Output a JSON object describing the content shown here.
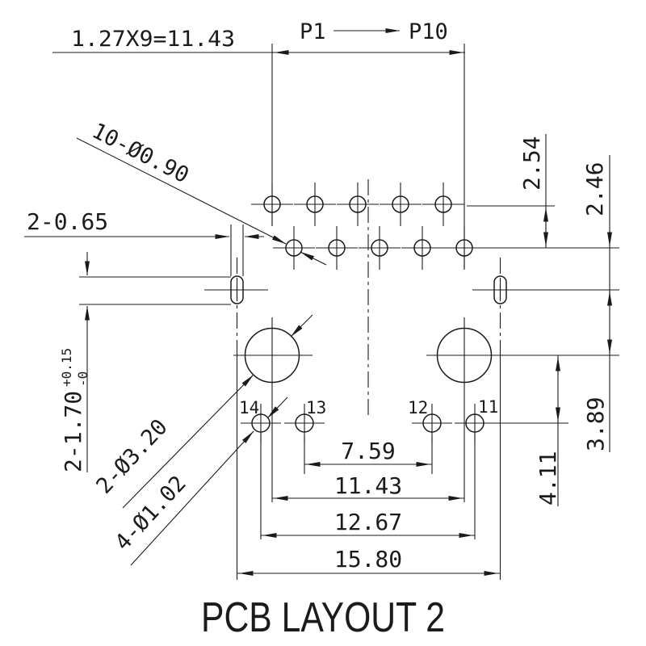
{
  "title": "PCB LAYOUT 2",
  "top": {
    "pitch_formula": "1.27X9=11.43",
    "pin_first": "P1",
    "pin_last": "P10"
  },
  "callouts": {
    "pin_holes": "10-Ø0.90",
    "slot_width": "2-0.65",
    "slot_height": "2-1.70",
    "slot_height_tol_upper": "+0.15",
    "slot_height_tol_lower": "-0",
    "post_holes": "2-Ø3.20",
    "corner_holes": "4-Ø1.02"
  },
  "dims": {
    "row_pitch": "2.54",
    "row_to_slot": "2.46",
    "slot_to_post": "3.89",
    "post_to_corner": "4.11",
    "inner_span": "7.59",
    "mid_span": "11.43",
    "outer_span": "12.67",
    "slot_span": "15.80"
  },
  "pins": {
    "p14": "14",
    "p13": "13",
    "p12": "12",
    "p11": "11"
  },
  "colors": {
    "line": "#1b1b1b",
    "background": "#ffffff"
  }
}
